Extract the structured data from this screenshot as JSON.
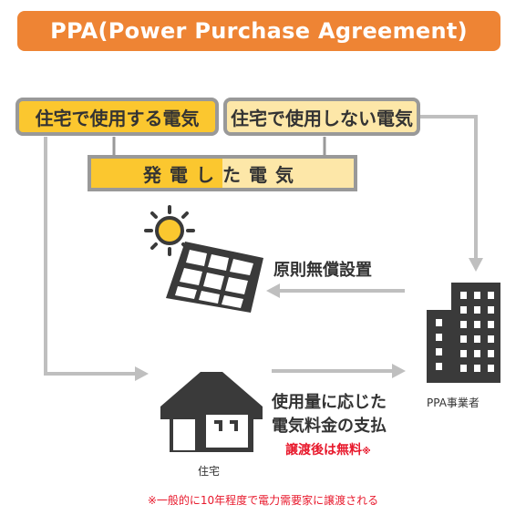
{
  "title": "PPA(Power Purchase Agreement)",
  "boxes": {
    "used": "住宅で使用する電気",
    "unused": "住宅で使用しない電気"
  },
  "generated": "発電した電気",
  "install_label": "原則無償設置",
  "payment_label_line1": "使用量に応じた",
  "payment_label_line2": "電気料金の支払",
  "transfer_note": "譲渡後は無料",
  "transfer_mark": "※",
  "house_label": "住宅",
  "company_label": "PPA事業者",
  "footnote": "※一般的に10年程度で電力需要家に譲渡される",
  "colors": {
    "banner": "#ee8434",
    "used_fill": "#fbc72f",
    "unused_fill": "#fde7a8",
    "arrow": "#bfbfbf",
    "icon": "#3a3a3a",
    "note_red": "#e8192c"
  },
  "icons": [
    "sun-icon",
    "solar-panel-icon",
    "house-icon",
    "building-icon"
  ]
}
